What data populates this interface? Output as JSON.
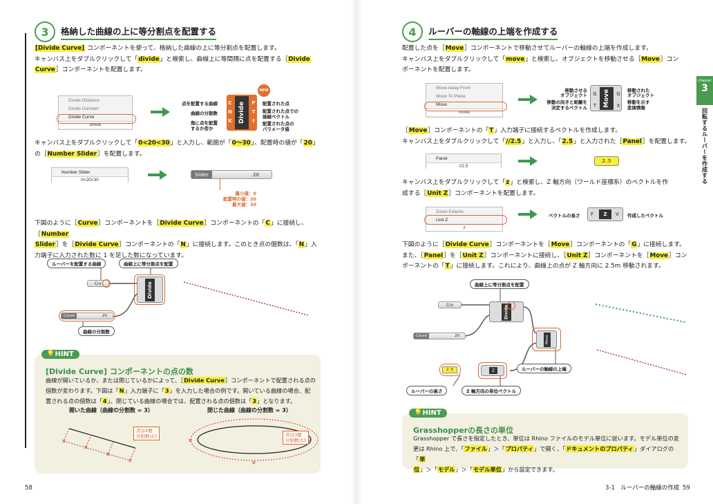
{
  "left": {
    "section": {
      "num": "3",
      "title": "格納した曲線の上に等分割点を配置する"
    },
    "p1": {
      "a": "[Divide Curve]",
      "b": " コンポーネントを使って、格納した曲線の上に等分割点を配置します。",
      "c": "キャンバス上をダブルクリックして「",
      "d": "divide",
      "e": "」と検索し、曲線上に等間隔に点を配置する［",
      "f": "Divide",
      "g": "Curve",
      "h": "］コンポーネントを配置します。"
    },
    "menu1": {
      "items": [
        "Divide Distance",
        "Divide Domain²",
        "Divide Curve"
      ],
      "footer": "divide"
    },
    "divide_labels": {
      "in1": "点を配置する曲線",
      "in2": "曲線の分割数",
      "in3": "角に点を配置",
      "in3b": "するか否か",
      "out1": "配置された点",
      "out2": "配置された点での",
      "out2b": "接線ベクトル",
      "out3": "配置された点の",
      "out3b": "パラメータ値",
      "new": "NEW",
      "name": "Divide",
      "ports_in": [
        "C",
        "N",
        "K"
      ],
      "ports_out": [
        "P",
        "T",
        "t"
      ]
    },
    "p2": {
      "a": "キャンバス上をダブルクリックして「",
      "b": "0<20<30",
      "c": "」と入力し、範囲が「",
      "d": "0〜30",
      "e": "」、配置時の値が「",
      "f": "20",
      "g": "」",
      "h": "の［",
      "i": "Number Slider",
      "j": "］を配置します。"
    },
    "menu2": {
      "item": "Number Slider",
      "footer": "0<20<30"
    },
    "slider1": {
      "label": "Slider",
      "value": "20",
      "note1": "最小値：0",
      "note2": "配置時の値：20",
      "note3": "最大値：30"
    },
    "p3": {
      "a": "下図のように［",
      "b": "Curve",
      "c": "］コンポーネントを［",
      "d": "Divide Curve",
      "e": "］コンポーネントの「",
      "f": "C",
      "g": "」に接続し、［",
      "h": "Number",
      "i": "Slider",
      "j": "］を［",
      "k": "Divide Curve",
      "l": "］コンポーネントの「",
      "m": "N",
      "n": "」に接続します。このとき点の個数は、「",
      "o": "N",
      "p": "」入",
      "q": "力端子に入力された数に 1 を足した数になっています。"
    },
    "diagram": {
      "label_curve": "ルーバーを配置する曲線",
      "label_points": "曲線上に等分割点を配置",
      "label_count": "曲線の分割数",
      "crv": "Crv",
      "count": "Count",
      "count_val": "20"
    },
    "hint": {
      "badge": "HINT",
      "title": "[Divide Curve] コンポーネントの点の数",
      "l1a": "曲線が開いているか、または閉じているかによって、［",
      "l1b": "Divide Curve",
      "l1c": "］コンポーネントで配置される点の",
      "l2a": "個数が変わります。下図は「",
      "l2b": "N",
      "l2c": "」入力端子に「",
      "l2d": "3",
      "l2e": "」を入力した場合の例です。開いている曲線の場合、配",
      "l3a": "置される点の個数は「",
      "l3b": "4",
      "l3c": "」、閉じている曲線の場合では、配置される点の個数は「",
      "l3d": "3",
      "l3e": "」となります。",
      "open_caption": "開いた曲線（曲線の分割数 = 3）",
      "closed_caption": "閉じた曲線（曲線の分割数 = 3）",
      "open_note1": "点は4個",
      "open_note2": "分割数は3",
      "closed_note1": "点は3個",
      "closed_note2": "分割数は3"
    },
    "page_number": "58"
  },
  "right": {
    "section": {
      "num": "4",
      "title": "ルーバーの軸線の上端を作成する"
    },
    "p1": {
      "a": "配置した点を［",
      "b": "Move",
      "c": "］コンポーネントで移動させてルーバーの軸線の上端を作成します。",
      "d": "キャンバス上をダブルクリックして「",
      "e": "move",
      "f": "」と検索し、オブジェクトを移動させる［",
      "g": "Move",
      "h": "］コン",
      "i": "ポーネントを配置します。"
    },
    "menu1": {
      "items": [
        "Move Away From",
        "Move To Plane",
        "Move"
      ],
      "footer": "move"
    },
    "move_labels": {
      "in1": "移動させる",
      "in1b": "オブジェクト",
      "in2": "移動の向きと距離を",
      "in2b": "決定するベクトル",
      "out1": "移動された",
      "out1b": "オブジェクト",
      "out2": "移動を示す",
      "out2b": "変換情報",
      "name": "Move",
      "ports_in": [
        "G",
        "T"
      ],
      "ports_out": [
        "G",
        "X"
      ]
    },
    "p2": {
      "a": "［",
      "b": "Move",
      "c": "］コンポーネントの「",
      "d": "T",
      "e": "」入力端子に接続するベクトルを作成します。",
      "f": "キャンバス上をダブルクリックして「",
      "g": "//2.5",
      "h": "」と入力し、「",
      "i": "2.5",
      "j": "」と入力された［",
      "k": "Panel",
      "l": "］を配置します。"
    },
    "menu2": {
      "item": "Panel",
      "footer": "//2.5"
    },
    "panel": {
      "value": "2.5"
    },
    "p3": {
      "a": "キャンバス上をダブルクリックして「",
      "b": "z",
      "c": "」と検索し、Z 軸方向（ワールド座標系）のベクトルを作",
      "d": "成する［",
      "e": "Unit Z",
      "f": "］コンポーネントを配置します。"
    },
    "menu3": {
      "items": [
        "Zoom Extents",
        "Unit Z"
      ],
      "footer": "z"
    },
    "unitz_labels": {
      "in": "ベクトルの長さ",
      "out": "作成したベクトル",
      "port_in": "F",
      "port_out": "V",
      "name": "Z"
    },
    "p4": {
      "a": "下図のように［",
      "b": "Divide Curve",
      "c": "］コンポーネントを［",
      "d": "Move",
      "e": "］コンポーネントの「",
      "f": "G",
      "g": "」に接続します。",
      "h": "また、［",
      "i": "Panel",
      "j": "］を［",
      "k": "Unit Z",
      "l": "］コンポーネントに接続し、［",
      "m": "Unit Z",
      "n": "］コンポーネントを［",
      "o": "Move",
      "p": "］コン",
      "q": "ポーネントの「",
      "r": "T",
      "s": "」に接続します。これにより、曲線上の点が Z 軸方向に 2.5m 移動されます。"
    },
    "diagram": {
      "label_points": "曲線上に等分割点を配置",
      "label_top": "ルーバーの軸線の上端",
      "label_height": "ルーバーの高さ",
      "label_unitz": "Z 軸方向の単位ベクトル",
      "crv": "Crv",
      "count": "Count",
      "count_val": "20",
      "panel_val": "2.5"
    },
    "hint": {
      "badge": "HINT",
      "title": "Grasshopperの長さの単位",
      "l1": "Grasshopper で長さを指定したとき、単位は Rhino ファイルのモデル単位に従います。モデル単位の変",
      "l2a": "更は Rhino 上で、「",
      "l2b": "ファイル",
      "l2c": "」＞「",
      "l2d": "プロパティ",
      "l2e": "」で開く、「",
      "l2f": "ドキュメントのプロパティ",
      "l2g": "」ダイアログの「",
      "l2h": "単",
      "l3a": "位",
      "l3b": "」＞「",
      "l3c": "モデル",
      "l3d": "」＞「",
      "l3e": "モデル単位",
      "l3f": "」から設定できます。"
    },
    "side_tab": {
      "chapter": "chapter",
      "num": "3",
      "text": "回転するルーバーを作成する"
    },
    "footer_section": "3-1　ルーバーの軸線の作成",
    "page_number": "59"
  },
  "colors": {
    "accent_green": "#4a9b4f",
    "highlight": "#f6ee3a",
    "orange": "#d9692b",
    "point_red": "#c8412b"
  }
}
